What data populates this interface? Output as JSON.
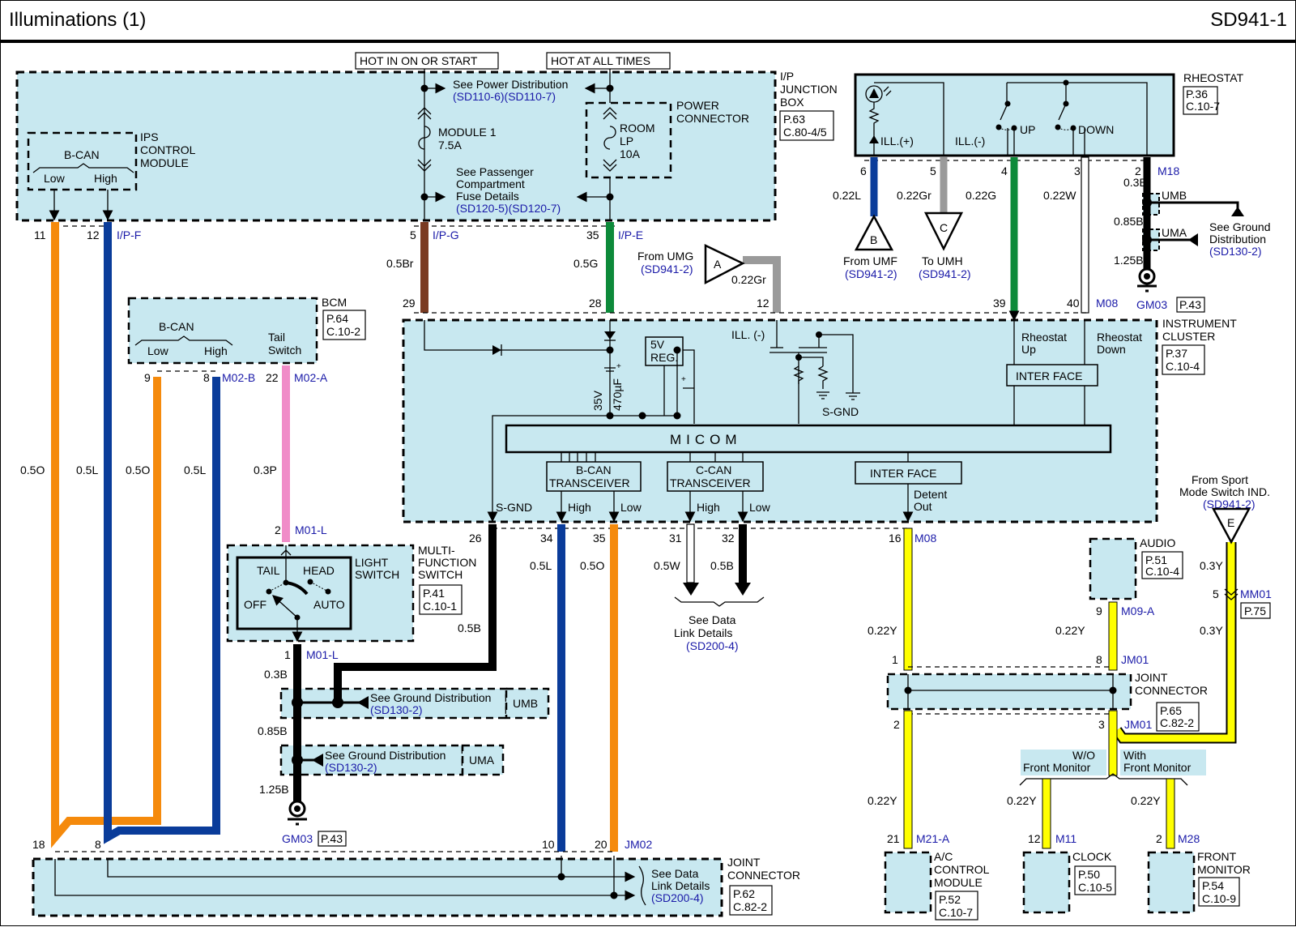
{
  "header": {
    "title": "Illuminations (1)",
    "code": "SD941-1"
  },
  "colors": {
    "orange": "#f58a0c",
    "blue": "#0a3c9a",
    "brown": "#7a3b22",
    "green": "#0d8a3a",
    "gray": "#9a9a9a",
    "pink": "#f08cc8",
    "yellow": "#ffff00",
    "black": "#000000",
    "module_fill": "#c8e8f0",
    "ref_blue": "#1a1aa8"
  },
  "power": {
    "hot_on_start": "HOT IN ON OR START",
    "hot_all_times": "HOT AT ALL TIMES",
    "see_power_dist": "See Power Distribution",
    "power_dist_ref": "(SD110-6)(SD110-7)",
    "fuse1_name": "MODULE 1",
    "fuse1_rating": "7.5A",
    "fuse2_name1": "ROOM",
    "fuse2_name2": "LP",
    "fuse2_rating": "10A",
    "power_connector1": "POWER",
    "power_connector2": "CONNECTOR",
    "see_pass1": "See Passenger",
    "see_pass2": "Compartment",
    "see_pass3": "Fuse Details",
    "pass_ref": "(SD120-5)(SD120-7)"
  },
  "ip_junction_box": {
    "label1": "I/P",
    "label2": "JUNCTION",
    "label3": "BOX",
    "page": "P.63",
    "conn": "C.80-4/5"
  },
  "ips_module": {
    "label1": "IPS",
    "label2": "CONTROL",
    "label3": "MODULE",
    "bcan": "B-CAN",
    "low": "Low",
    "high": "High",
    "pin_low": "11",
    "pin_high": "12",
    "conn": "I/P-F",
    "wire_low": "0.5O",
    "wire_high": "0.5L"
  },
  "ip_g": {
    "pin": "5",
    "conn": "I/P-G",
    "wire": "0.5Br",
    "cluster_pin": "29"
  },
  "ip_e": {
    "pin": "35",
    "conn": "I/P-E",
    "wire": "0.5G",
    "cluster_pin": "28"
  },
  "rheostat": {
    "label": "RHEOSTAT",
    "page": "P.36",
    "conn": "C.10-7",
    "ill_plus": "ILL.(+)",
    "ill_minus": "ILL.(-)",
    "up": "UP",
    "down": "DOWN",
    "pins": [
      "6",
      "5",
      "4",
      "3",
      "2"
    ],
    "conn_ground": "M18",
    "wires": [
      "0.22L",
      "0.22Gr",
      "0.22G",
      "0.22W"
    ],
    "from_umf": "From UMF",
    "from_umf_ref": "(SD941-2)",
    "tag_b": "B",
    "to_umh": "To UMH",
    "to_umh_ref": "(SD941-2)",
    "tag_c": "C",
    "gnd_wire1": "0.3B",
    "gnd_wire2": "0.85B",
    "gnd_wire3": "1.25B",
    "umb": "UMB",
    "uma": "UMA",
    "see_ground1": "See Ground",
    "see_ground2": "Distribution",
    "see_ground_ref": "(SD130-2)",
    "ground": "GM03",
    "ground_page": "P.43"
  },
  "from_umg": {
    "label": "From UMG",
    "ref": "(SD941-2)",
    "tag": "A",
    "wire": "0.22Gr",
    "pin": "12"
  },
  "cluster": {
    "label1": "INSTRUMENT",
    "label2": "CLUSTER",
    "page": "P.37",
    "conn": "C.10-4",
    "pin39": "39",
    "pin40": "40",
    "conn_m08": "M08",
    "ill_minus": "ILL. (-)",
    "reg1": "5V",
    "reg2": "REG.",
    "cap_v": "35V",
    "cap_uf": "470µF",
    "sgnd": "S-GND",
    "rheo_up1": "Rheostat",
    "rheo_up2": "Up",
    "rheo_down1": "Rheostat",
    "rheo_down2": "Down",
    "interface": "INTER FACE",
    "micom": "MICOM",
    "bcan_tr1": "B-CAN",
    "bcan_tr2": "TRANSCEIVER",
    "ccan_tr1": "C-CAN",
    "ccan_tr2": "TRANSCEIVER",
    "high": "High",
    "low": "Low",
    "detent1": "Detent",
    "detent2": "Out",
    "out_pins": [
      "26",
      "34",
      "35",
      "31",
      "32"
    ],
    "out_wires": [
      "0.5B",
      "0.5L",
      "0.5O",
      "0.5W",
      "0.5B"
    ],
    "detent_pin": "16",
    "detent_conn": "M08",
    "see_data1": "See Data",
    "see_data2": "Link Details",
    "see_data_ref": "(SD200-4)"
  },
  "bcm": {
    "label": "BCM",
    "page": "P.64",
    "conn": "C.10-2",
    "bcan": "B-CAN",
    "low": "Low",
    "high": "High",
    "tail1": "Tail",
    "tail2": "Switch",
    "pin_low": "9",
    "pin_high": "8",
    "conn_b": "M02-B",
    "pin_tail": "22",
    "conn_a": "M02-A",
    "wire_low": "0.5O",
    "wire_high": "0.5L",
    "wire_tail": "0.3P"
  },
  "mfs": {
    "label1": "MULTI-",
    "label2": "FUNCTION",
    "label3": "SWITCH",
    "page": "P.41",
    "conn": "C.10-1",
    "light1": "LIGHT",
    "light2": "SWITCH",
    "tail": "TAIL",
    "head": "HEAD",
    "off": "OFF",
    "auto": "AUTO",
    "pin_top": "2",
    "conn_top": "M01-L",
    "pin_bot": "1",
    "conn_bot": "M01-L",
    "gnd_w1": "0.3B",
    "gnd_w2": "0.85B",
    "gnd_w3": "1.25B",
    "sgnd_wire": "0.5B",
    "see_ground": "See Ground Distribution",
    "see_ground_ref": "(SD130-2)",
    "umb": "UMB",
    "uma": "UMA",
    "ground": "GM03",
    "ground_page": "P.43"
  },
  "joint_bottom": {
    "label1": "JOINT",
    "label2": "CONNECTOR",
    "page": "P.62",
    "conn": "C.82-2",
    "pins": [
      "18",
      "8",
      "10",
      "20"
    ],
    "conn_name": "JM02",
    "see1": "See Data",
    "see2": "Link Details",
    "ref": "(SD200-4)"
  },
  "joint_right": {
    "label1": "JOINT",
    "label2": "CONNECTOR",
    "page": "P.65",
    "conn": "C.82-2",
    "pin1": "1",
    "pin8": "8",
    "pin2": "2",
    "pin3": "3",
    "conn_name": "JM01",
    "conn_name2": "JM01"
  },
  "audio": {
    "label": "AUDIO",
    "page": "P.51",
    "conn": "C.10-4",
    "pin": "9",
    "conn_name": "M09-A",
    "wire": "0.22Y"
  },
  "sport": {
    "label1": "From Sport",
    "label2": "Mode Switch IND.",
    "ref": "(SD941-2)",
    "tag": "E",
    "wire1": "0.3Y",
    "pin": "5",
    "conn": "MM01",
    "page": "P.75",
    "wire2": "0.3Y"
  },
  "detent_wire": {
    "w1": "0.22Y",
    "w2": "0.22Y"
  },
  "front_opts": {
    "wo1": "W/O",
    "wo2": "Front Monitor",
    "with1": "With",
    "with2": "Front Monitor"
  },
  "ac": {
    "label1": "A/C",
    "label2": "CONTROL",
    "label3": "MODULE",
    "page": "P.52",
    "conn": "C.10-7",
    "pin": "21",
    "conn_name": "M21-A",
    "wire": "0.22Y"
  },
  "clock": {
    "label": "CLOCK",
    "page": "P.50",
    "conn": "C.10-5",
    "pin": "12",
    "conn_name": "M11",
    "wire": "0.22Y"
  },
  "front_monitor": {
    "label1": "FRONT",
    "label2": "MONITOR",
    "page": "P.54",
    "conn": "C.10-9",
    "pin": "2",
    "conn_name": "M28",
    "wire": "0.22Y"
  }
}
